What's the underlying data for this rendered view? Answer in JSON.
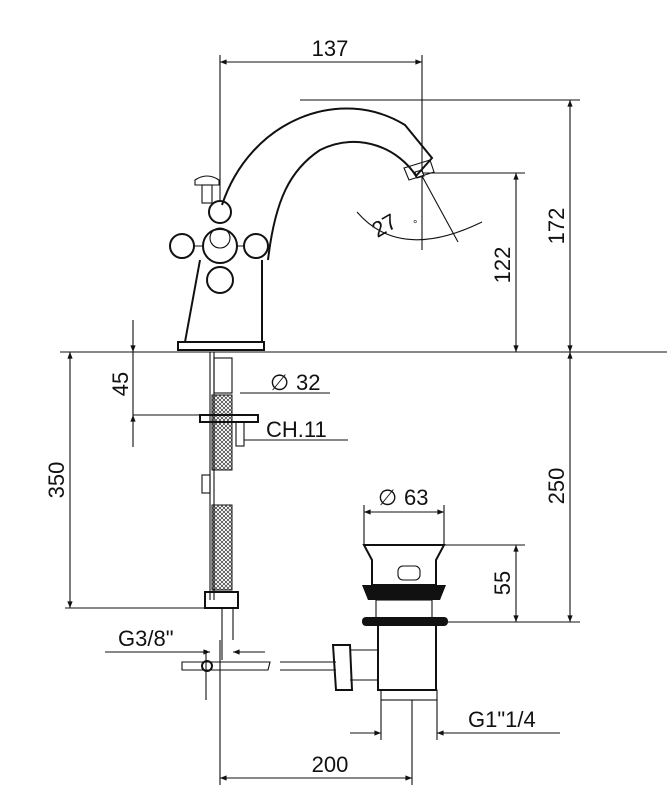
{
  "drawing": {
    "dimensions": {
      "spout_reach": "137",
      "total_height": "172",
      "spout_height": "122",
      "spout_angle": "27",
      "degree_symbol": "°",
      "base_height": "45",
      "base_diameter_symbol": "∅",
      "base_diameter": "32",
      "nut_size": "CH.11",
      "hose_length": "350",
      "drain_depth": "250",
      "drain_diameter_symbol": "∅",
      "drain_diameter": "63",
      "drain_height": "55",
      "hose_thread": "G3/8\"",
      "drain_thread": "G1\"1/4",
      "rod_length": "200"
    }
  }
}
